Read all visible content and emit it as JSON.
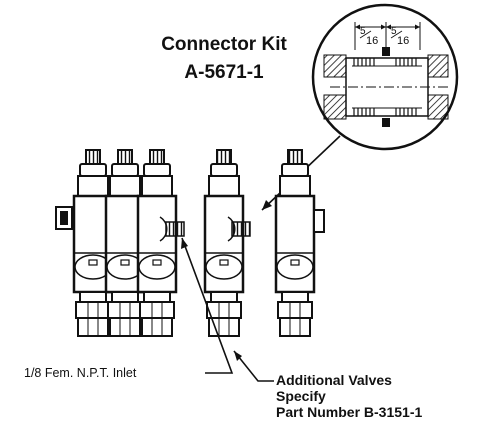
{
  "title": {
    "line1": "Connector Kit",
    "line2": "A-5671-1"
  },
  "dimensions": {
    "left_numerator": "5",
    "left_denominator": "16",
    "right_numerator": "5",
    "right_denominator": "16"
  },
  "inlet_label": "1/8 Fem. N.P.T. Inlet",
  "additional": {
    "line1": "Additional Valves",
    "line2": "Specify",
    "line3": "Part Number B-3151-1"
  },
  "colors": {
    "ink": "#111111",
    "paper": "#ffffff"
  }
}
